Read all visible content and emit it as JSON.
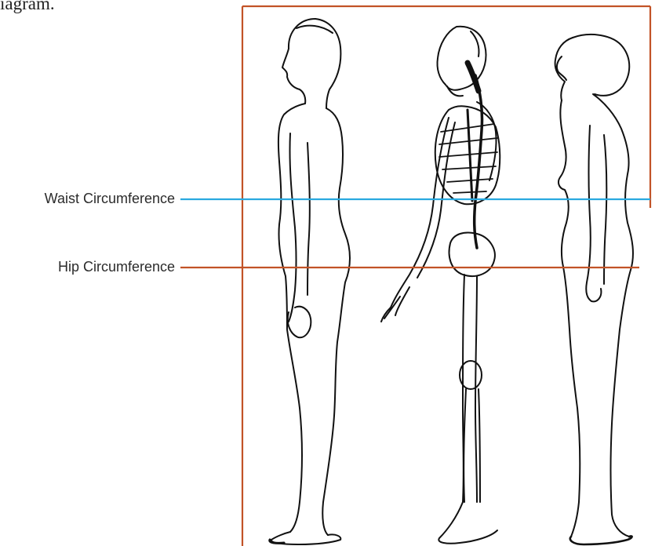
{
  "caption_fragment": "iagram.",
  "measurements": {
    "waist": {
      "label": "Waist Circumference",
      "color": "#29a9df"
    },
    "hip": {
      "label": "Hip Circumference",
      "color": "#c25327"
    }
  },
  "frame": {
    "color": "#c25327"
  },
  "figures": [
    {
      "name": "male-figure"
    },
    {
      "name": "skeleton-figure"
    },
    {
      "name": "female-figure"
    }
  ]
}
